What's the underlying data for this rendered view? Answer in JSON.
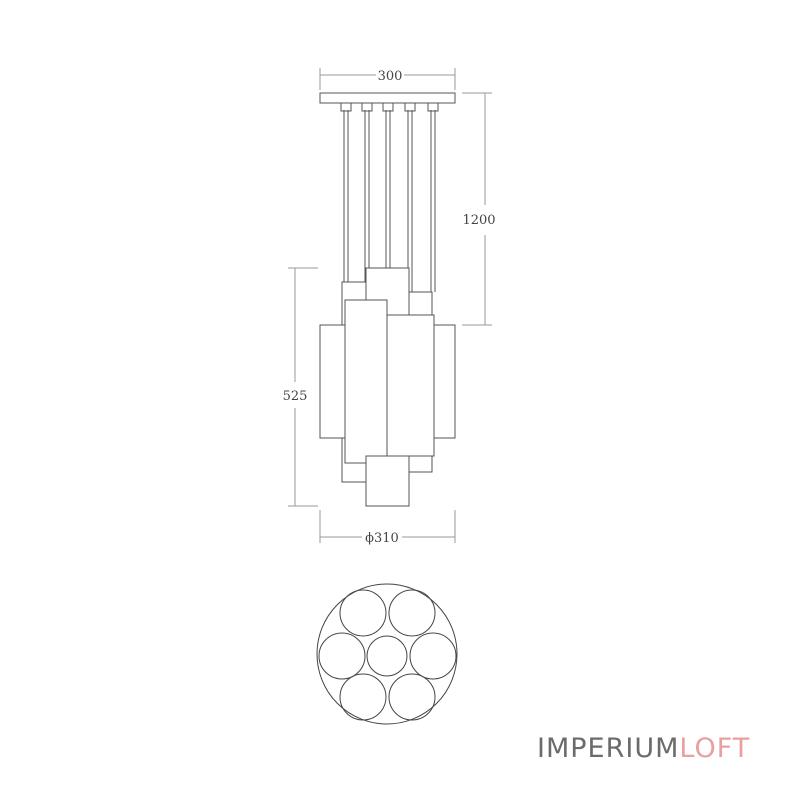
{
  "dimensions": {
    "top_width": "300",
    "drop_height": "1200",
    "body_height": "525",
    "diameter": "ϕ310"
  },
  "logo": {
    "part1": "IMPERIUM",
    "part2": "LOFT",
    "color1": "#6b6b6b",
    "color2": "#e8a0a0"
  },
  "colors": {
    "line": "#555555",
    "dim_line": "#888888"
  }
}
